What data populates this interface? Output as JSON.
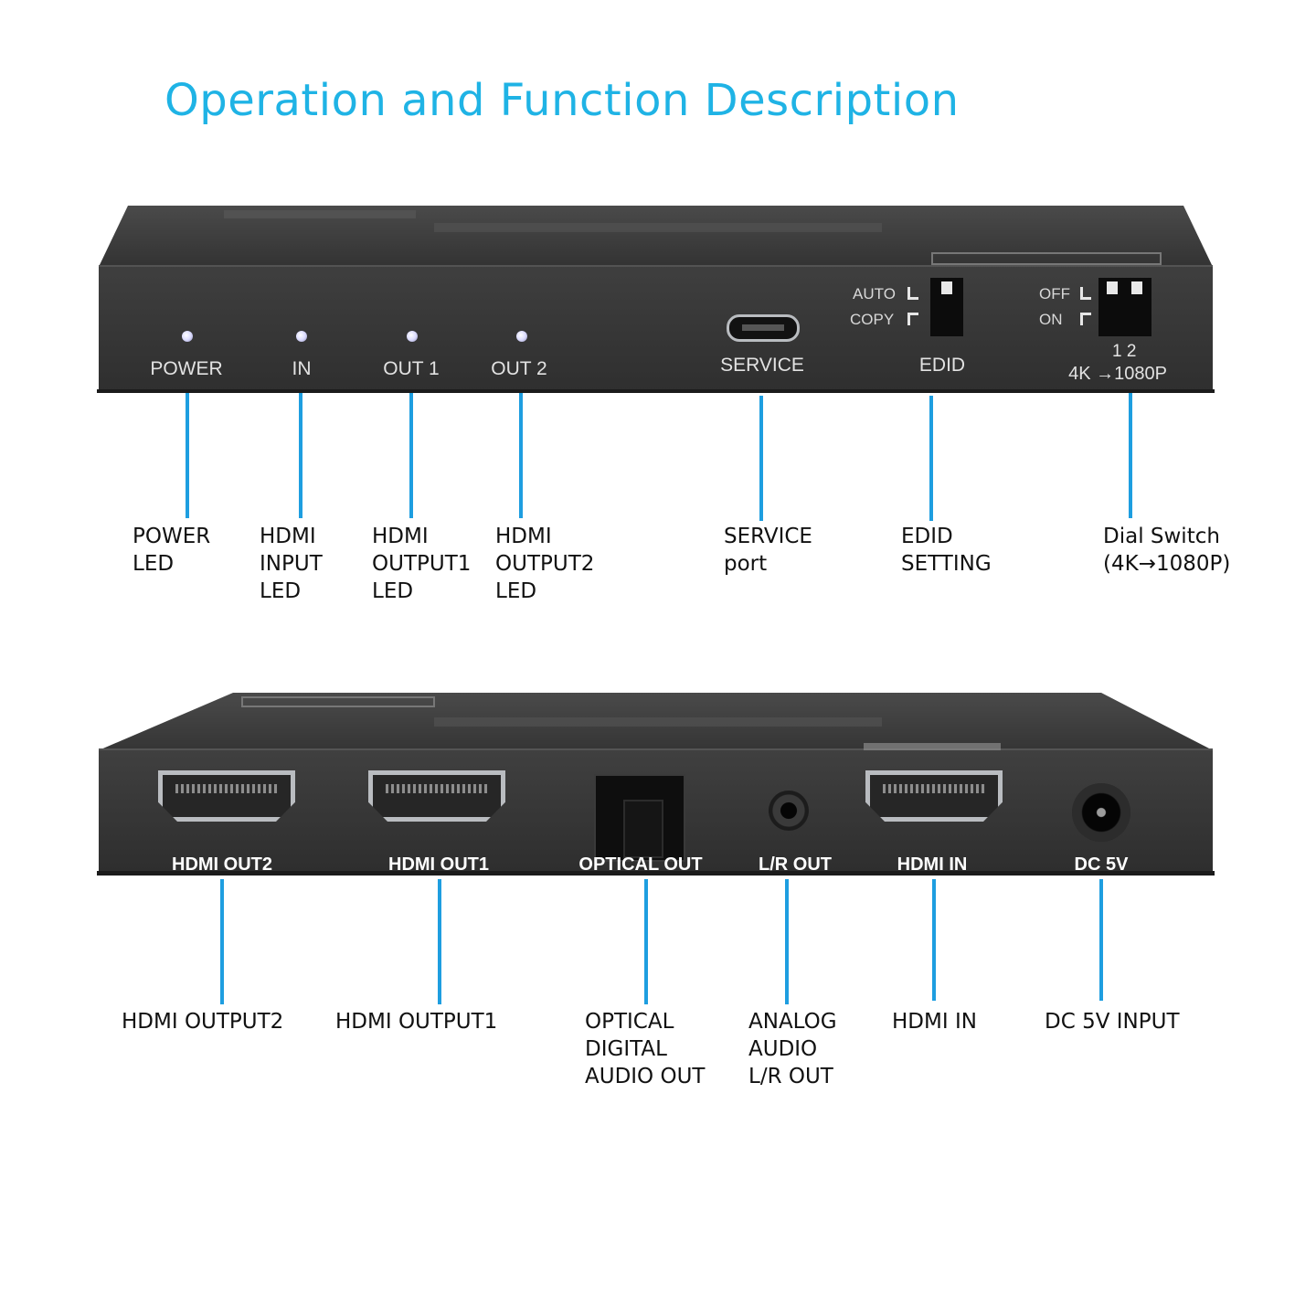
{
  "title": "Operation and Function Description",
  "top_panel": {
    "leds": [
      {
        "label": "POWER"
      },
      {
        "label": "IN"
      },
      {
        "label": "OUT 1"
      },
      {
        "label": "OUT 2"
      }
    ],
    "service_label": "SERVICE",
    "edid_label": "EDID",
    "edid_auto": "AUTO",
    "edid_copy": "COPY",
    "dial_off": "OFF",
    "dial_on": "ON",
    "dial_numbers": "1  2",
    "dial_label": "4K →1080P"
  },
  "top_callouts": [
    {
      "text": "POWER\nLED"
    },
    {
      "text": "HDMI\nINPUT\nLED"
    },
    {
      "text": "HDMI\nOUTPUT1\nLED"
    },
    {
      "text": "HDMI\nOUTPUT2\nLED"
    },
    {
      "text": "SERVICE\nport"
    },
    {
      "text": "EDID\nSETTING"
    },
    {
      "text": "Dial Switch\n(4K→1080P)"
    }
  ],
  "bottom_panel": {
    "ports": [
      {
        "label": "HDMI OUT2"
      },
      {
        "label": "HDMI OUT1"
      },
      {
        "label": "OPTICAL OUT"
      },
      {
        "label": "L/R OUT"
      },
      {
        "label": "HDMI IN"
      },
      {
        "label": "DC 5V"
      }
    ]
  },
  "bottom_callouts": [
    {
      "text": "HDMI OUTPUT2"
    },
    {
      "text": "HDMI OUTPUT1"
    },
    {
      "text": "OPTICAL\nDIGITAL\nAUDIO OUT"
    },
    {
      "text": "ANALOG\nAUDIO\nL/R OUT"
    },
    {
      "text": "HDMI IN"
    },
    {
      "text": "DC 5V INPUT"
    }
  ],
  "colors": {
    "title": "#1fb3e5",
    "leader_line": "#1e9ee0",
    "device_body": "#3c3c3c"
  }
}
